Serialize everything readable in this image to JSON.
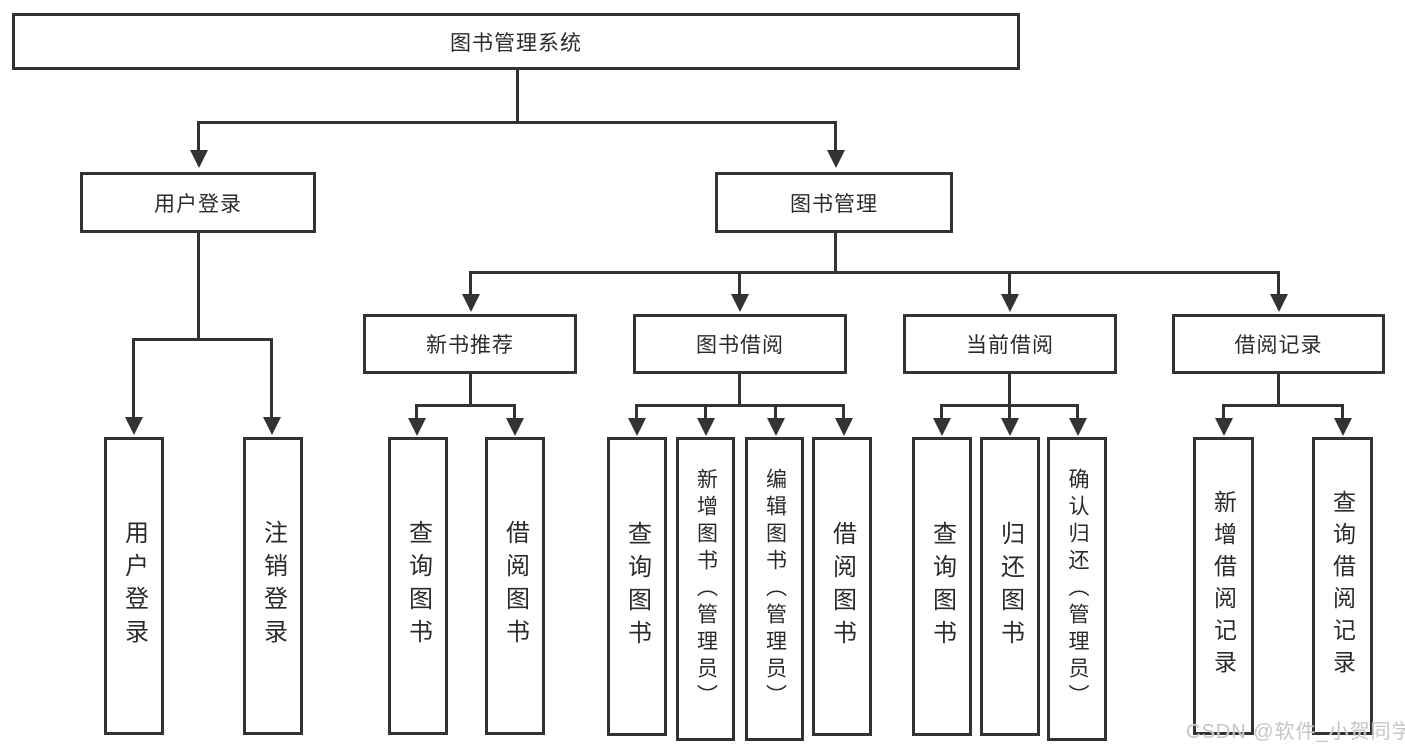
{
  "diagram": {
    "type": "hierarchy-tree",
    "root": {
      "label": "图书管理系统"
    },
    "level2": {
      "user_login": {
        "label": "用户登录"
      },
      "book_mgmt": {
        "label": "图书管理"
      }
    },
    "level3": {
      "new_book": {
        "label": "新书推荐"
      },
      "borrow": {
        "label": "图书借阅"
      },
      "current": {
        "label": "当前借阅"
      },
      "record": {
        "label": "借阅记录"
      }
    },
    "leaves": {
      "user_login": [
        "用户登录",
        "注销登录"
      ],
      "new_book": [
        "查询图书",
        "借阅图书"
      ],
      "borrow": [
        "查询图书",
        "新增图书（管理员）",
        "编辑图书（管理员）",
        "借阅图书"
      ],
      "current": [
        "查询图书",
        "归还图书",
        "确认归还（管理员）"
      ],
      "record": [
        "新增借阅记录",
        "查询借阅记录"
      ]
    },
    "hierarchy": {
      "图书管理系统": {
        "用户登录": [
          "用户登录",
          "注销登录"
        ],
        "图书管理": {
          "新书推荐": [
            "查询图书",
            "借阅图书"
          ],
          "图书借阅": [
            "查询图书",
            "新增图书（管理员）",
            "编辑图书（管理员）",
            "借阅图书"
          ],
          "当前借阅": [
            "查询图书",
            "归还图书",
            "确认归还（管理员）"
          ],
          "借阅记录": [
            "新增借阅记录",
            "查询借阅记录"
          ]
        }
      }
    },
    "colors": {
      "line": "#333333",
      "border": "#333333",
      "text": "#2b2b2b",
      "background": "#ffffff",
      "watermark": "#c6c6c6"
    }
  },
  "watermark": {
    "text": "CSDN @软件_小贺同学"
  }
}
